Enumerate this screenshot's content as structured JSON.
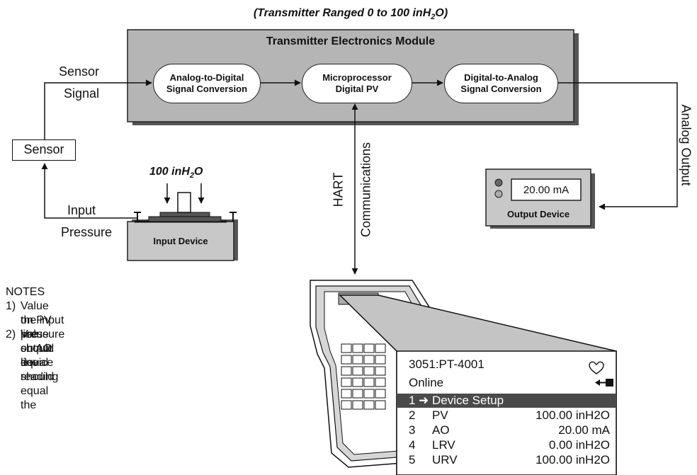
{
  "title_parts": [
    "(Transmitter Ranged 0 to 100 inH",
    "2",
    "O)"
  ],
  "module_title": "Transmitter Electronics Module",
  "blocks": {
    "adc": [
      "Analog-to-Digital",
      "Signal Conversion"
    ],
    "micro": [
      "Microprocessor",
      "Digital PV"
    ],
    "dac": [
      "Digital-to-Analog",
      "Signal Conversion"
    ]
  },
  "sensor_signal": [
    "Sensor",
    "Signal"
  ],
  "sensor_label": "Sensor",
  "applied_pressure": [
    "100 inH",
    "2",
    "O"
  ],
  "input_pressure": [
    "Input",
    "Pressure"
  ],
  "input_device": "Input Device",
  "hart": [
    "HART",
    "Communications"
  ],
  "analog_output": "Analog Output",
  "output_device": {
    "reading": "20.00 mA",
    "label": "Output Device"
  },
  "notes": {
    "heading": "NOTES",
    "items": [
      {
        "num": "1)",
        "lines": [
          "Value on PV line should equal",
          "the input pressure"
        ]
      },
      {
        "num": "2)",
        "lines": [
          "Value on AO line should equal the",
          "output device reading"
        ]
      }
    ]
  },
  "communicator_screen": {
    "device": "3051:PT-4001",
    "status": "Online",
    "selected": {
      "num": "1",
      "label": "Device Setup"
    },
    "rows": [
      {
        "num": "2",
        "label": "PV",
        "value": "100.00 inH2O"
      },
      {
        "num": "3",
        "label": "AO",
        "value": "20.00 mA"
      },
      {
        "num": "4",
        "label": "LRV",
        "value": "0.00 inH2O"
      },
      {
        "num": "5",
        "label": "URV",
        "value": "100.00 inH2O"
      }
    ]
  },
  "colors": {
    "module_fill": "#b5b5b5",
    "device_fill": "#c8c8c8",
    "screen_highlight": "#4a4a4a",
    "line": "#222222"
  }
}
